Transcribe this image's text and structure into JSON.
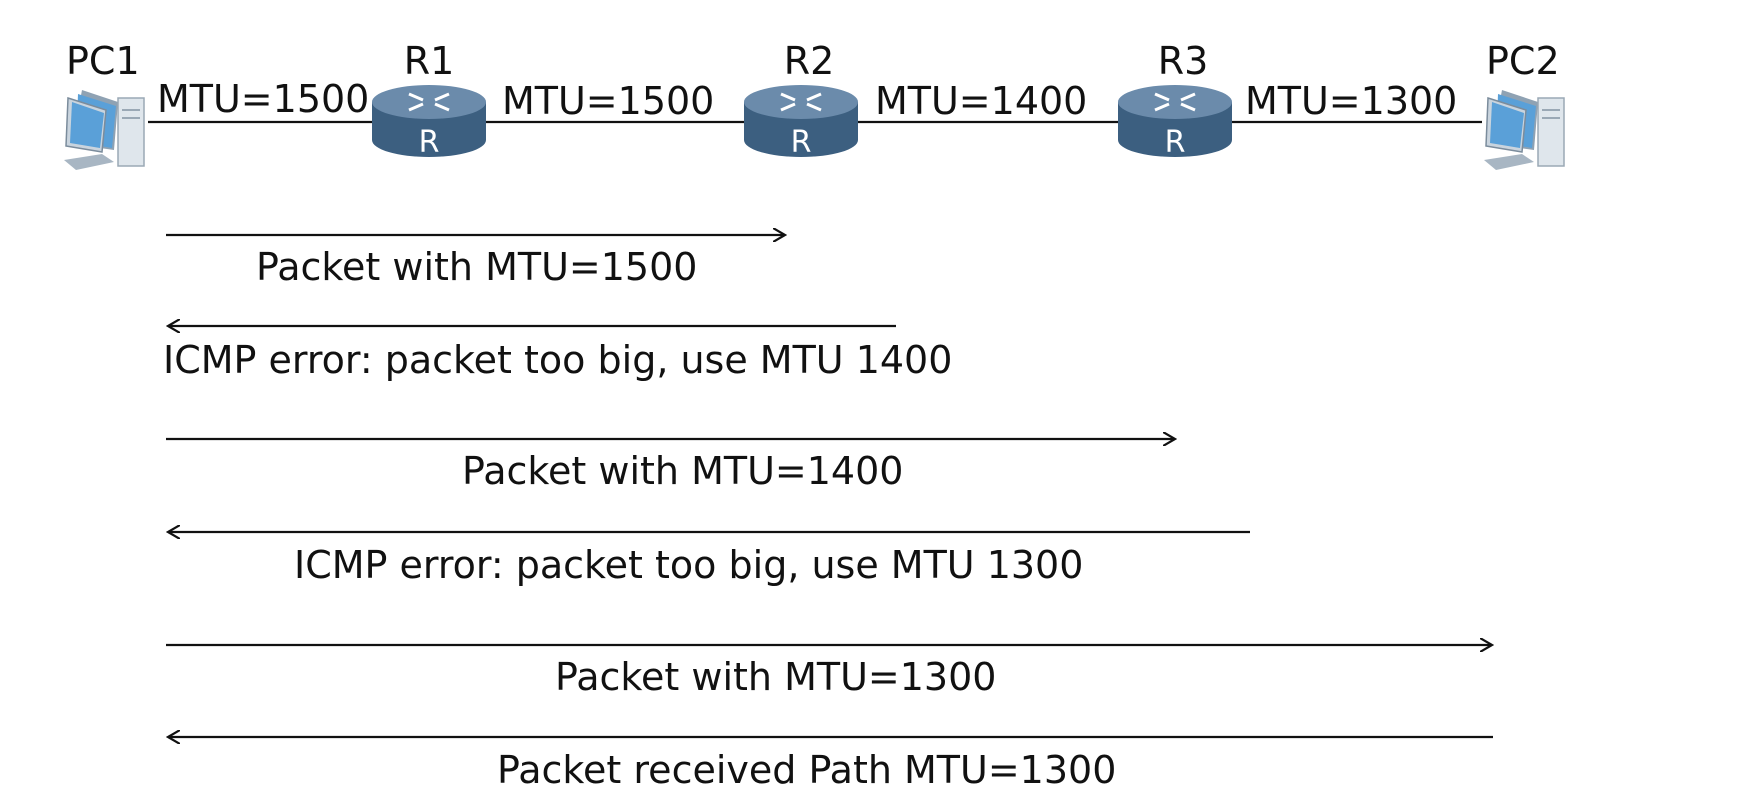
{
  "nodes": [
    {
      "id": "pc1",
      "kind": "pc",
      "label": "PC1"
    },
    {
      "id": "r1",
      "kind": "router",
      "label": "R1"
    },
    {
      "id": "r2",
      "kind": "router",
      "label": "R2"
    },
    {
      "id": "r3",
      "kind": "router",
      "label": "R3"
    },
    {
      "id": "pc2",
      "kind": "pc",
      "label": "PC2"
    }
  ],
  "links": [
    {
      "from": "pc1",
      "to": "r1",
      "label": "MTU=1500"
    },
    {
      "from": "r1",
      "to": "r2",
      "label": "MTU=1500"
    },
    {
      "from": "r2",
      "to": "r3",
      "label": "MTU=1400"
    },
    {
      "from": "r3",
      "to": "pc2",
      "label": "MTU=1300"
    }
  ],
  "router_glyph": "R",
  "flows": [
    {
      "direction": "forward",
      "target": "r2",
      "label": "Packet with MTU=1500"
    },
    {
      "direction": "backward",
      "target": "r2",
      "label": "ICMP error: packet too big, use MTU 1400"
    },
    {
      "direction": "forward",
      "target": "r3",
      "label": "Packet with MTU=1400"
    },
    {
      "direction": "backward",
      "target": "r3",
      "label": "ICMP error: packet too big, use MTU 1300"
    },
    {
      "direction": "forward",
      "target": "pc2",
      "label": "Packet with MTU=1300"
    },
    {
      "direction": "backward",
      "target": "pc2",
      "label": "Packet received Path MTU=1300"
    }
  ],
  "colors": {
    "router_body": "#3c5f80",
    "router_top": "#6b8bab",
    "pc_screen": "#5aa0d8",
    "pc_body": "#c9d4de",
    "line": "#111111"
  }
}
